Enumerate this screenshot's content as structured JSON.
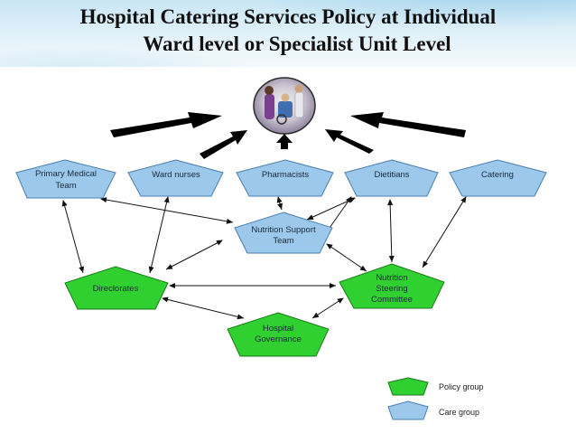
{
  "title": {
    "line1": "Hospital Catering Services Policy at Individual",
    "line2": "Ward level or Specialist Unit Level"
  },
  "diagram": {
    "nodes": {
      "primary_medical_team": {
        "line1": "Primary Medical",
        "line2": "Team",
        "group": "care"
      },
      "ward_nurses": {
        "line1": "Ward nurses",
        "group": "care"
      },
      "pharmacists": {
        "line1": "Pharmacists",
        "group": "care"
      },
      "dietitians": {
        "line1": "Dietitians",
        "group": "care"
      },
      "catering": {
        "line1": "Catering",
        "group": "care"
      },
      "nutrition_support_team": {
        "line1": "Nutrition Support",
        "line2": "Team",
        "group": "care"
      },
      "directorates": {
        "line1": "Direclorates",
        "group": "policy"
      },
      "nutrition_steering_committee": {
        "line1": "Nutrition",
        "line2": "Steering",
        "line3": "Committee",
        "group": "policy"
      },
      "hospital_governance": {
        "line1": "Hospital",
        "line2": "Governance",
        "group": "policy"
      }
    },
    "center_image": "patient-care-photo",
    "legend": {
      "policy_group": "Policy group",
      "care_group": "Care group"
    },
    "colors": {
      "care_fill": "#9cc8ec",
      "care_stroke": "#4a7fb0",
      "policy_fill": "#2fd02f",
      "policy_stroke": "#1a7a1a",
      "arrow": "#111111"
    }
  }
}
